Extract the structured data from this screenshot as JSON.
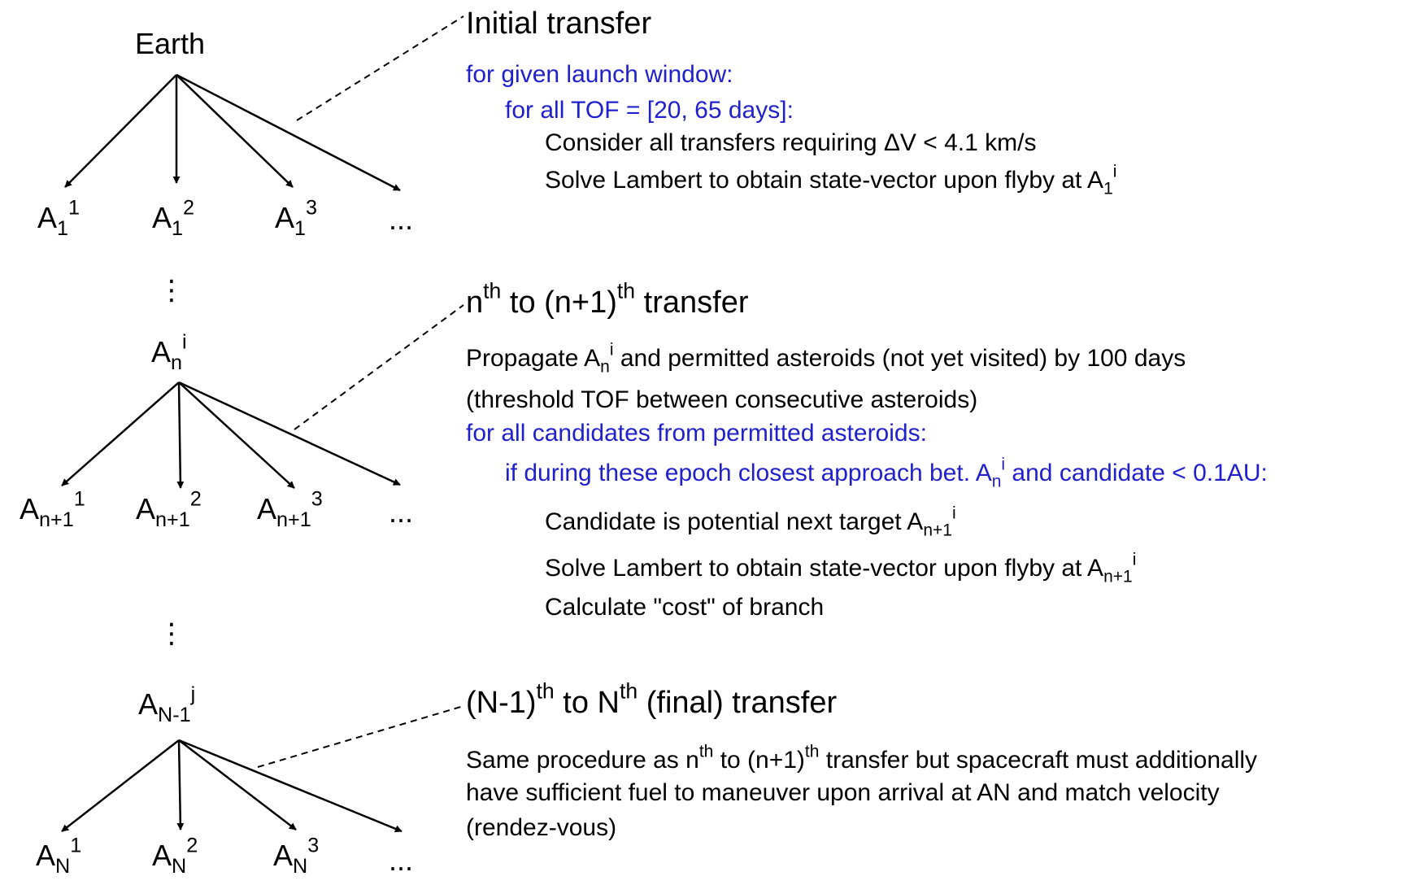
{
  "tree1": {
    "root": "Earth",
    "children": [
      {
        "base": "A",
        "sub": "1",
        "sup": "1"
      },
      {
        "base": "A",
        "sub": "1",
        "sup": "2"
      },
      {
        "base": "A",
        "sub": "1",
        "sup": "3"
      }
    ],
    "ellipsis": "..."
  },
  "tree2": {
    "root": {
      "base": "A",
      "sub": "n",
      "sup": "i"
    },
    "children": [
      {
        "base": "A",
        "sub": "n+1",
        "sup": "1"
      },
      {
        "base": "A",
        "sub": "n+1",
        "sup": "2"
      },
      {
        "base": "A",
        "sub": "n+1",
        "sup": "3"
      }
    ],
    "ellipsis": "..."
  },
  "tree3": {
    "root": {
      "base": "A",
      "sub": "N-1",
      "sup": "j"
    },
    "children": [
      {
        "base": "A",
        "sub": "N",
        "sup": "1"
      },
      {
        "base": "A",
        "sub": "N",
        "sup": "2"
      },
      {
        "base": "A",
        "sub": "N",
        "sup": "3"
      }
    ],
    "ellipsis": "..."
  },
  "vdots": "⋮",
  "section1": {
    "heading": "Initial transfer",
    "line1": "for given launch window:",
    "line2": "for all TOF = [20, 65 days]:",
    "line3": "Consider all transfers requiring ΔV < 4.1 km/s",
    "line4_pre": "Solve Lambert to obtain state-vector upon flyby at A",
    "line4_sub": "1",
    "line4_sup": "i"
  },
  "section2": {
    "heading_n": "n",
    "heading_th1": "th",
    "heading_mid": " to (n+1)",
    "heading_th2": "th",
    "heading_end": " transfer",
    "p1_pre": "Propagate A",
    "p1_sub": "n",
    "p1_sup": "i",
    "p1_post": " and permitted asteroids (not yet visited) by 100 days",
    "p2": "(threshold TOF between consecutive asteroids)",
    "loop": "for all candidates from permitted asteroids:",
    "cond_pre": "if during these epoch closest approach bet. A",
    "cond_sub": "n",
    "cond_sup": "i",
    "cond_post": " and candidate < 0.1AU:",
    "s1_pre": "Candidate is potential next target A",
    "s1_sub": "n+1",
    "s1_sup": "i",
    "s2_pre": "Solve Lambert to obtain state-vector upon flyby at A",
    "s2_sub": "n+1",
    "s2_sup": "i",
    "s3": "Calculate \"cost\" of branch"
  },
  "section3": {
    "heading_a": "(N-1)",
    "heading_th1": "th",
    "heading_b": " to N",
    "heading_th2": "th",
    "heading_c": " (final) transfer",
    "p1_a": "Same procedure as n",
    "p1_th1": "th",
    "p1_b": " to (n+1)",
    "p1_th2": "th",
    "p1_c": " transfer but spacecraft must additionally",
    "p2": "have sufficient fuel to maneuver upon arrival at AN and match velocity",
    "p3": "(rendez-vous)"
  }
}
